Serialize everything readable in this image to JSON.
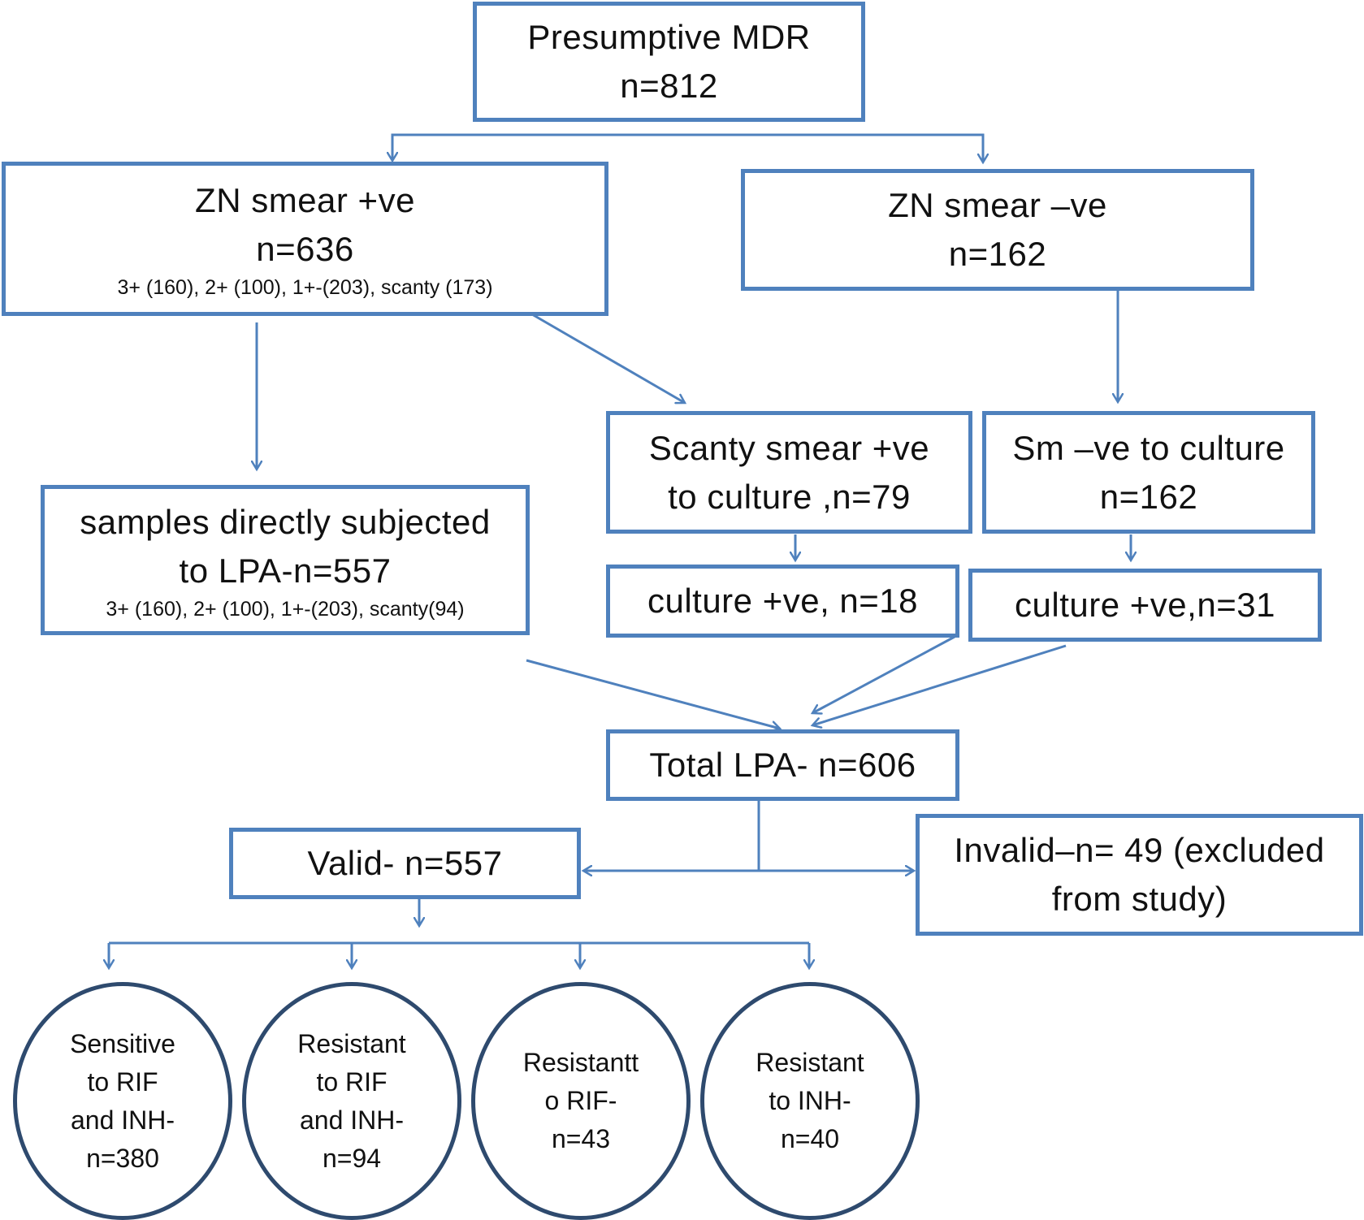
{
  "colors": {
    "box_border": "#4F81BD",
    "circle_border": "#2E4A6E",
    "arrow": "#4F81BD",
    "text": "#111111"
  },
  "nodes": {
    "presumptive": {
      "line1": "Presumptive MDR",
      "line2": "n=812"
    },
    "zn_pos": {
      "line1": "ZN smear +ve",
      "line2": "n=636",
      "detail": "3+ (160), 2+ (100), 1+-(203), scanty (173)"
    },
    "zn_neg": {
      "line1": "ZN smear –ve",
      "line2": "n=162"
    },
    "direct_lpa": {
      "line1": "samples directly subjected",
      "line2": "to LPA-n=557",
      "detail": "3+ (160), 2+ (100), 1+-(203), scanty(94)"
    },
    "scanty": {
      "line1": "Scanty smear +ve",
      "line2": "to culture ,n=79"
    },
    "sm_neg": {
      "line1": "Sm –ve to culture",
      "line2": "n=162"
    },
    "culture_pos_18": {
      "line1": "culture +ve, n=18"
    },
    "culture_pos_31": {
      "line1": "culture +ve,n=31"
    },
    "total_lpa": {
      "line1": "Total LPA- n=606"
    },
    "valid": {
      "line1": "Valid- n=557"
    },
    "invalid": {
      "line1": "Invalid–n= 49 (excluded",
      "line2": "from study)"
    }
  },
  "outcomes": [
    {
      "lines": [
        "Sensitive",
        "to RIF",
        "and INH-",
        "n=380"
      ]
    },
    {
      "lines": [
        "Resistant",
        "to RIF",
        "and INH-",
        "n=94"
      ]
    },
    {
      "lines": [
        "Resistantt",
        "o RIF-",
        "n=43"
      ]
    },
    {
      "lines": [
        "Resistant",
        "to INH-",
        "n=40"
      ]
    }
  ]
}
